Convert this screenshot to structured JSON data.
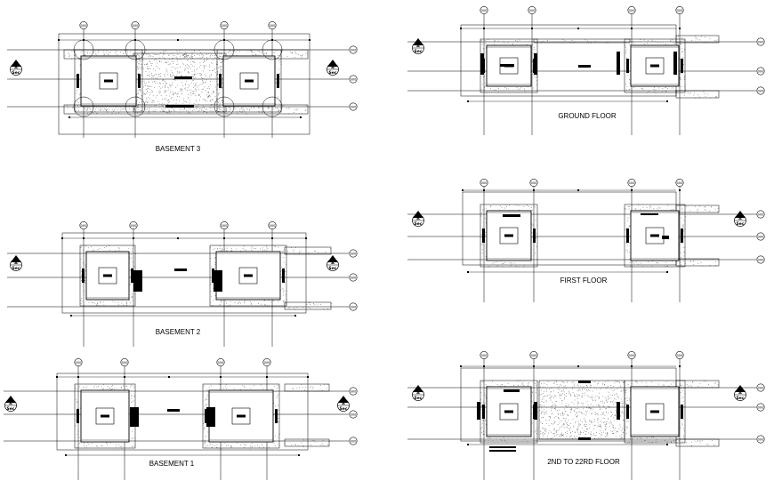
{
  "drawing": {
    "plans": [
      {
        "id": "basement-3",
        "title": "BASEMENT 3"
      },
      {
        "id": "ground-floor",
        "title": "GROUND FLOOR"
      },
      {
        "id": "basement-2",
        "title": "BASEMENT 2"
      },
      {
        "id": "first-floor",
        "title": "FIRST FLOOR"
      },
      {
        "id": "basement-1",
        "title": "BASEMENT 1"
      },
      {
        "id": "typical-floor",
        "title": "2ND TO 22RD FLOOR"
      }
    ],
    "section_marker": {
      "letter": "A",
      "code": "Sec"
    },
    "colors": {
      "line": "#000000",
      "hatch": "#555555",
      "background": "#ffffff"
    }
  }
}
